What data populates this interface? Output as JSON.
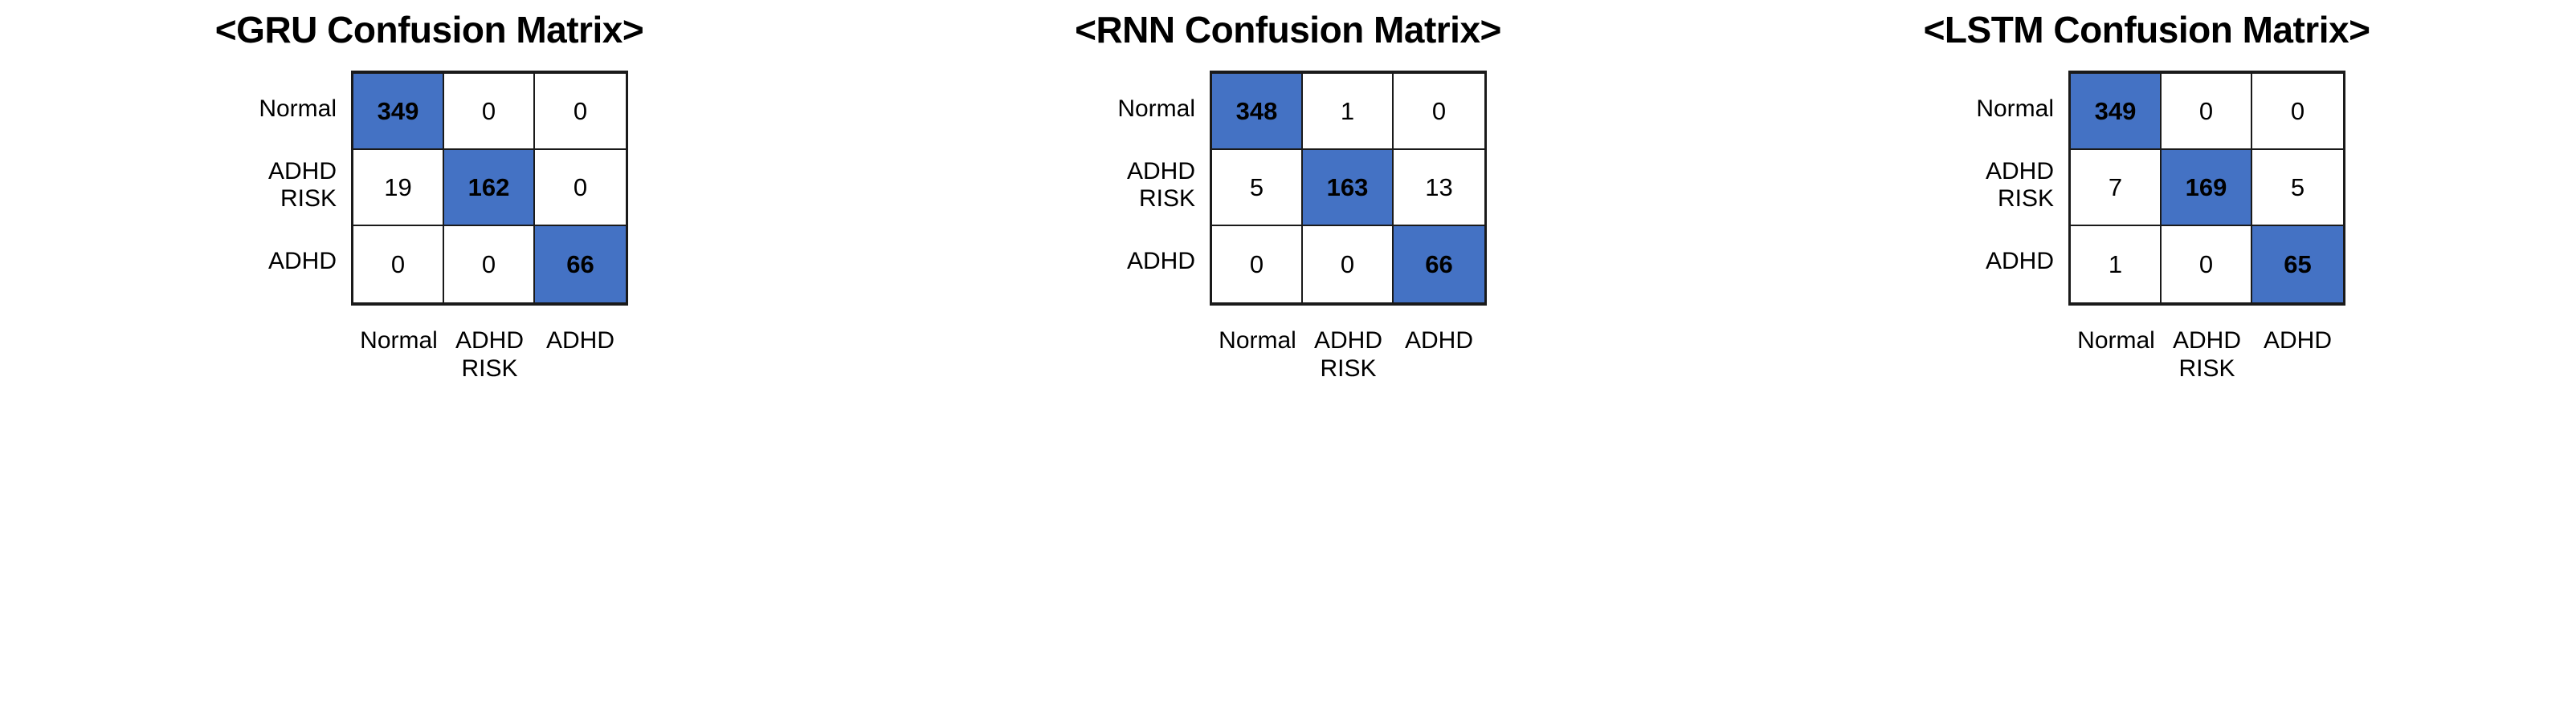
{
  "figure": {
    "row_header_labels": [
      "Normal",
      "ADHD\nRISK",
      "ADHD"
    ],
    "col_header_labels": [
      "Normal",
      "ADHD\nRISK",
      "ADHD"
    ],
    "highlight_color": "#4472C4",
    "cell_background_color": "#FFFFFF",
    "border_color": "#1A1A1A",
    "text_color": "#000000"
  },
  "panels": [
    {
      "title": "<GRU Confusion Matrix>",
      "rows": [
        {
          "label": "Normal",
          "cells": [
            {
              "v": "349",
              "hl": true
            },
            {
              "v": "0",
              "hl": false
            },
            {
              "v": "0",
              "hl": false
            }
          ]
        },
        {
          "label": "ADHD\nRISK",
          "cells": [
            {
              "v": "19",
              "hl": false
            },
            {
              "v": "162",
              "hl": true
            },
            {
              "v": "0",
              "hl": false
            }
          ]
        },
        {
          "label": "ADHD",
          "cells": [
            {
              "v": "0",
              "hl": false
            },
            {
              "v": "0",
              "hl": false
            },
            {
              "v": "66",
              "hl": true
            }
          ]
        }
      ]
    },
    {
      "title": "<RNN Confusion Matrix>",
      "rows": [
        {
          "label": "Normal",
          "cells": [
            {
              "v": "348",
              "hl": true
            },
            {
              "v": "1",
              "hl": false
            },
            {
              "v": "0",
              "hl": false
            }
          ]
        },
        {
          "label": "ADHD\nRISK",
          "cells": [
            {
              "v": "5",
              "hl": false
            },
            {
              "v": "163",
              "hl": true
            },
            {
              "v": "13",
              "hl": false
            }
          ]
        },
        {
          "label": "ADHD",
          "cells": [
            {
              "v": "0",
              "hl": false
            },
            {
              "v": "0",
              "hl": false
            },
            {
              "v": "66",
              "hl": true
            }
          ]
        }
      ]
    },
    {
      "title": "<LSTM Confusion Matrix>",
      "rows": [
        {
          "label": "Normal",
          "cells": [
            {
              "v": "349",
              "hl": true
            },
            {
              "v": "0",
              "hl": false
            },
            {
              "v": "0",
              "hl": false
            }
          ]
        },
        {
          "label": "ADHD\nRISK",
          "cells": [
            {
              "v": "7",
              "hl": false
            },
            {
              "v": "169",
              "hl": true
            },
            {
              "v": "5",
              "hl": false
            }
          ]
        },
        {
          "label": "ADHD",
          "cells": [
            {
              "v": "1",
              "hl": false
            },
            {
              "v": "0",
              "hl": false
            },
            {
              "v": "65",
              "hl": true
            }
          ]
        }
      ]
    }
  ],
  "chart_data": [
    {
      "type": "heatmap",
      "title": "<GRU Confusion Matrix>",
      "xlabel": "",
      "ylabel": "",
      "x": [
        "Normal",
        "ADHD RISK",
        "ADHD"
      ],
      "y": [
        "Normal",
        "ADHD RISK",
        "ADHD"
      ],
      "values": [
        [
          349,
          0,
          0
        ],
        [
          19,
          162,
          0
        ],
        [
          0,
          0,
          66
        ]
      ],
      "highlighted_cells": [
        [
          0,
          0
        ],
        [
          1,
          1
        ],
        [
          2,
          2
        ]
      ],
      "grid": true,
      "legend": "none"
    },
    {
      "type": "heatmap",
      "title": "<RNN Confusion Matrix>",
      "xlabel": "",
      "ylabel": "",
      "x": [
        "Normal",
        "ADHD RISK",
        "ADHD"
      ],
      "y": [
        "Normal",
        "ADHD RISK",
        "ADHD"
      ],
      "values": [
        [
          348,
          1,
          0
        ],
        [
          5,
          163,
          13
        ],
        [
          0,
          0,
          66
        ]
      ],
      "highlighted_cells": [
        [
          0,
          0
        ],
        [
          1,
          1
        ],
        [
          2,
          2
        ]
      ],
      "grid": true,
      "legend": "none"
    },
    {
      "type": "heatmap",
      "title": "<LSTM Confusion Matrix>",
      "xlabel": "",
      "ylabel": "",
      "x": [
        "Normal",
        "ADHD RISK",
        "ADHD"
      ],
      "y": [
        "Normal",
        "ADHD RISK",
        "ADHD"
      ],
      "values": [
        [
          349,
          0,
          0
        ],
        [
          7,
          169,
          5
        ],
        [
          1,
          0,
          65
        ]
      ],
      "highlighted_cells": [
        [
          0,
          0
        ],
        [
          1,
          1
        ],
        [
          2,
          2
        ]
      ],
      "grid": true,
      "legend": "none"
    }
  ]
}
